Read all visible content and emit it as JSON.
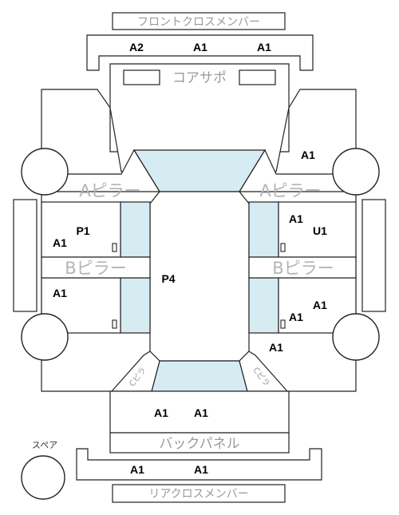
{
  "labels": {
    "front_cross_member": "フロントクロスメンバー",
    "core_support": "コアサポ",
    "a_pillar_left": "Aピラー",
    "a_pillar_right": "Aピラー",
    "b_pillar_left": "Bピラー",
    "b_pillar_right": "Bピラー",
    "back_panel": "バックパネル",
    "rear_cross_member": "リアクロスメンバー",
    "spare": "スペア",
    "pillar_c_left": "Cピラ",
    "pillar_c_right": "Cピラ"
  },
  "grades": {
    "front_cross_1": "A2",
    "front_cross_2": "A1",
    "front_cross_3": "A1",
    "right_front_fender": "A1",
    "left_front_door": "A1",
    "left_front_door_p": "P1",
    "roof": "P4",
    "left_rear_door": "A1",
    "right_front_door_1": "A1",
    "right_front_door_2": "U1",
    "right_rear_door_1": "A1",
    "right_rear_door_2": "A1",
    "right_rear_quarter": "A1",
    "trunk_1": "A1",
    "trunk_2": "A1",
    "rear_cross_1": "A1",
    "rear_cross_2": "A1"
  }
}
